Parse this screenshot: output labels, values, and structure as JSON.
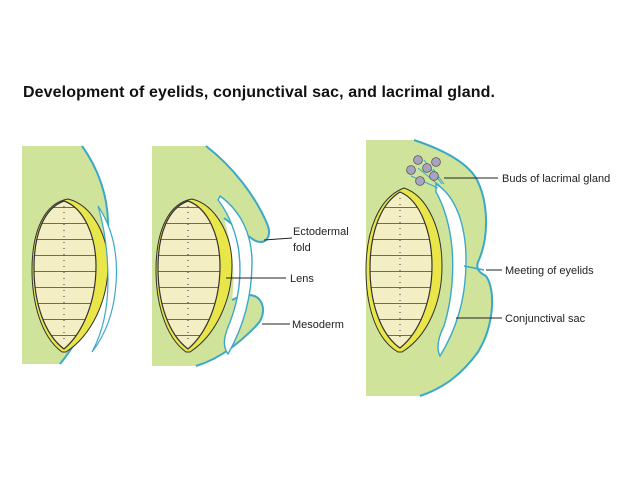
{
  "title": "Development of eyelids, conjunctival sac, and lacrimal gland.",
  "labels": {
    "ectodermal_fold_1": "Ectodermal",
    "ectodermal_fold_2": "fold",
    "lens": "Lens",
    "mesoderm": "Mesoderm",
    "buds": "Buds of lacrimal gland",
    "meeting": "Meeting of eyelids",
    "conjunctival_sac": "Conjunctival sac"
  },
  "colors": {
    "mesoderm_green": "#cfe39a",
    "lens_fill": "#f3eec4",
    "lens_epithelium": "#e9e64a",
    "ectoderm_line": "#3aa9c9",
    "bud_fill": "#a9a3c2",
    "line": "#222222"
  }
}
